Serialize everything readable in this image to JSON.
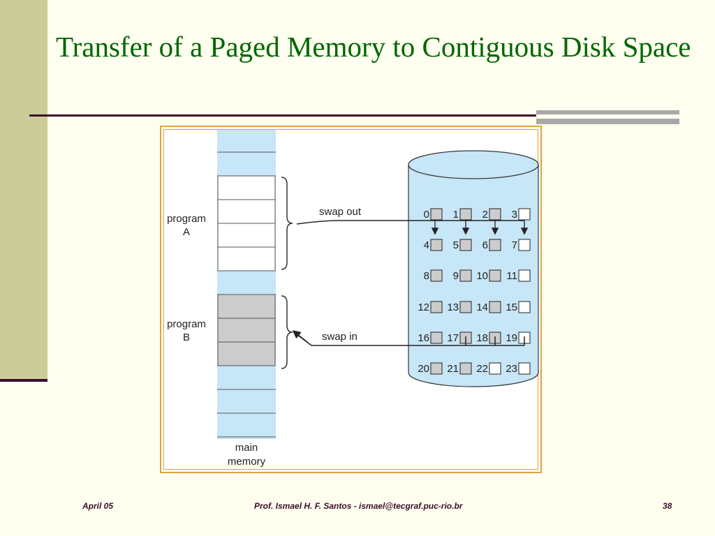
{
  "slide": {
    "title": "Transfer of a Paged Memory to Contiguous Disk Space"
  },
  "diagram": {
    "program_a_label": [
      "program",
      "A"
    ],
    "program_b_label": [
      "program",
      "B"
    ],
    "swap_out_label": "swap out",
    "swap_in_label": "swap in",
    "main_memory_label": [
      "main",
      "memory"
    ],
    "disk_block_numbers": [
      [
        "0",
        "1",
        "2",
        "3"
      ],
      [
        "4",
        "5",
        "6",
        "7"
      ],
      [
        "8",
        "9",
        "10",
        "11"
      ],
      [
        "12",
        "13",
        "14",
        "15"
      ],
      [
        "16",
        "17",
        "18",
        "19"
      ],
      [
        "20",
        "21",
        "22",
        "23"
      ]
    ],
    "empty_disk_blocks": [
      "3",
      "7",
      "11",
      "15",
      "19",
      "22",
      "23"
    ],
    "colors": {
      "memory_fill": "#c7e6f7",
      "program_b_fill": "#cccccc",
      "disk_fill": "#c7e6f7",
      "block_fill": "#cccccc"
    }
  },
  "footer": {
    "date": "April 05",
    "author": "Prof. Ismael H. F. Santos -  ismael@tecgraf.puc-rio.br",
    "page": "38"
  }
}
